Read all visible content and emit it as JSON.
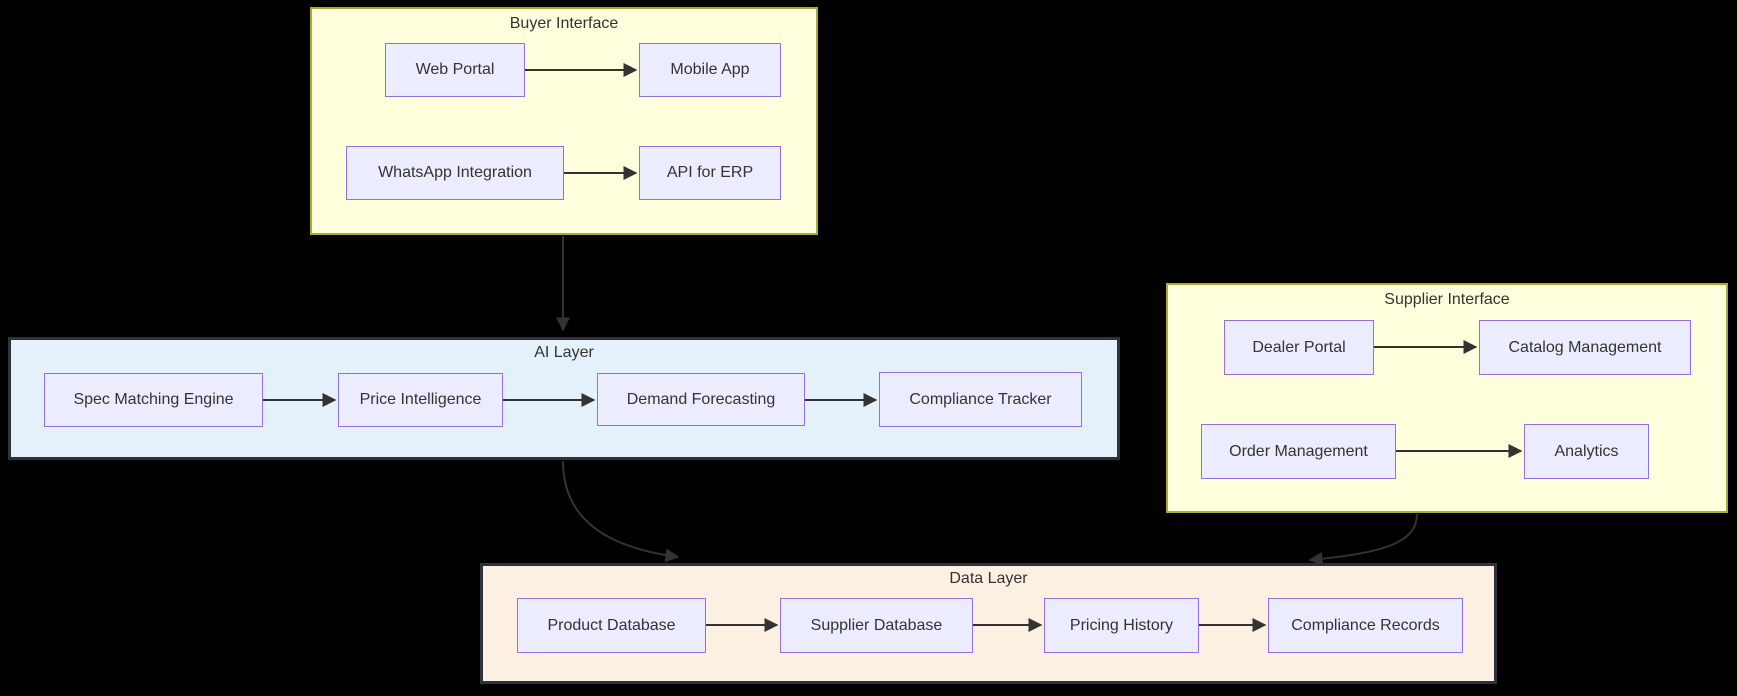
{
  "diagram": {
    "type": "flowchart",
    "groups": {
      "buyer": {
        "title": "Buyer Interface"
      },
      "ai": {
        "title": "AI Layer"
      },
      "supplier": {
        "title": "Supplier Interface"
      },
      "data": {
        "title": "Data Layer"
      }
    },
    "nodes": {
      "web_portal": {
        "label": "Web Portal",
        "group": "buyer"
      },
      "mobile_app": {
        "label": "Mobile App",
        "group": "buyer"
      },
      "whatsapp": {
        "label": "WhatsApp Integration",
        "group": "buyer"
      },
      "api_erp": {
        "label": "API for ERP",
        "group": "buyer"
      },
      "spec_matching": {
        "label": "Spec Matching Engine",
        "group": "ai"
      },
      "price_intel": {
        "label": "Price Intelligence",
        "group": "ai"
      },
      "demand_forecast": {
        "label": "Demand Forecasting",
        "group": "ai"
      },
      "compliance_tracker": {
        "label": "Compliance Tracker",
        "group": "ai"
      },
      "dealer_portal": {
        "label": "Dealer Portal",
        "group": "supplier"
      },
      "catalog_mgmt": {
        "label": "Catalog Management",
        "group": "supplier"
      },
      "order_mgmt": {
        "label": "Order Management",
        "group": "supplier"
      },
      "analytics": {
        "label": "Analytics",
        "group": "supplier"
      },
      "product_db": {
        "label": "Product Database",
        "group": "data"
      },
      "supplier_db": {
        "label": "Supplier Database",
        "group": "data"
      },
      "pricing_history": {
        "label": "Pricing History",
        "group": "data"
      },
      "compliance_records": {
        "label": "Compliance Records",
        "group": "data"
      }
    },
    "edges": [
      {
        "from": "web_portal",
        "to": "mobile_app"
      },
      {
        "from": "whatsapp",
        "to": "api_erp"
      },
      {
        "from": "spec_matching",
        "to": "price_intel"
      },
      {
        "from": "price_intel",
        "to": "demand_forecast"
      },
      {
        "from": "demand_forecast",
        "to": "compliance_tracker"
      },
      {
        "from": "dealer_portal",
        "to": "catalog_mgmt"
      },
      {
        "from": "order_mgmt",
        "to": "analytics"
      },
      {
        "from": "product_db",
        "to": "supplier_db"
      },
      {
        "from": "supplier_db",
        "to": "pricing_history"
      },
      {
        "from": "pricing_history",
        "to": "compliance_records"
      },
      {
        "from": "buyer",
        "to": "ai"
      },
      {
        "from": "ai",
        "to": "data"
      },
      {
        "from": "supplier",
        "to": "data"
      }
    ],
    "colors": {
      "bg": "#000000",
      "yellow_fill": "#ffffde",
      "yellow_border": "#aaaa33",
      "ai_fill": "#e4f1fb",
      "data_fill": "#fcf0e3",
      "dark_border": "#2e333b",
      "node_fill": "#ececff",
      "node_border": "#9370db",
      "edge": "#333333",
      "text": "#333333"
    }
  }
}
